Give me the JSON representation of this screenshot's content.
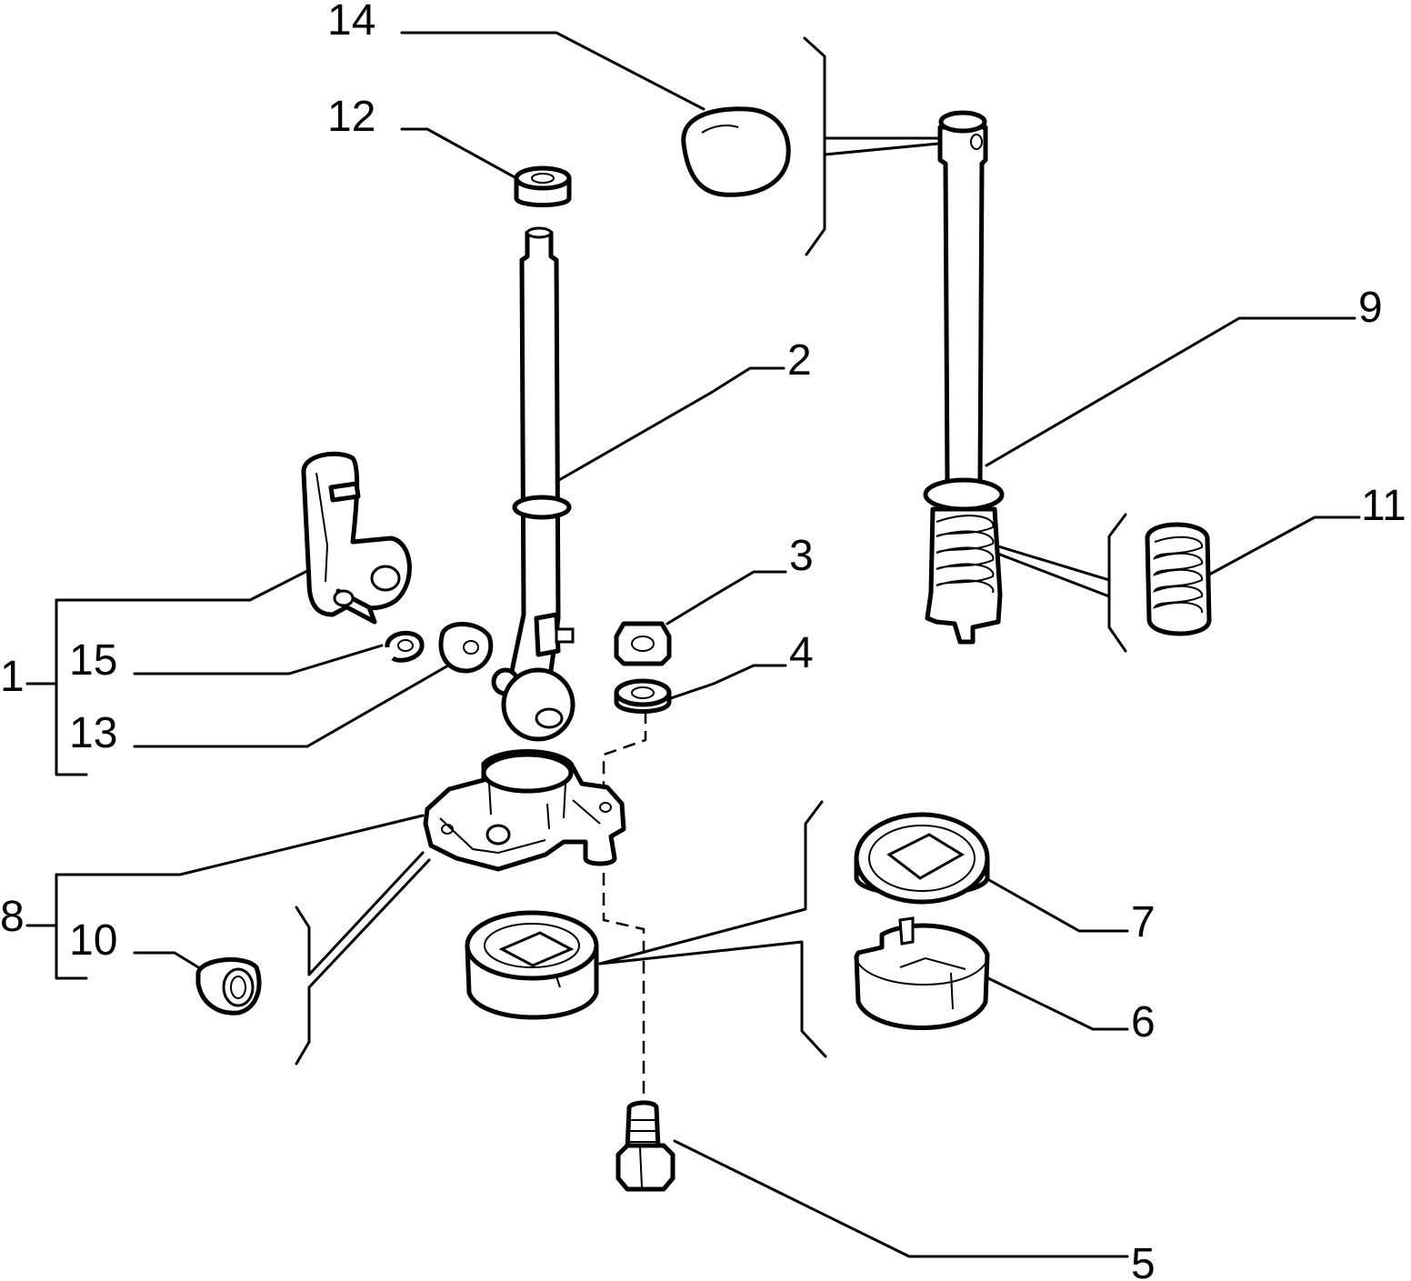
{
  "labels": {
    "p1": "1",
    "p2": "2",
    "p3": "3",
    "p4": "4",
    "p5": "5",
    "p6": "6",
    "p7": "7",
    "p8": "8",
    "p9": "9",
    "p10": "10",
    "p11": "11",
    "p12": "12",
    "p13": "13",
    "p14": "14",
    "p15": "15"
  }
}
